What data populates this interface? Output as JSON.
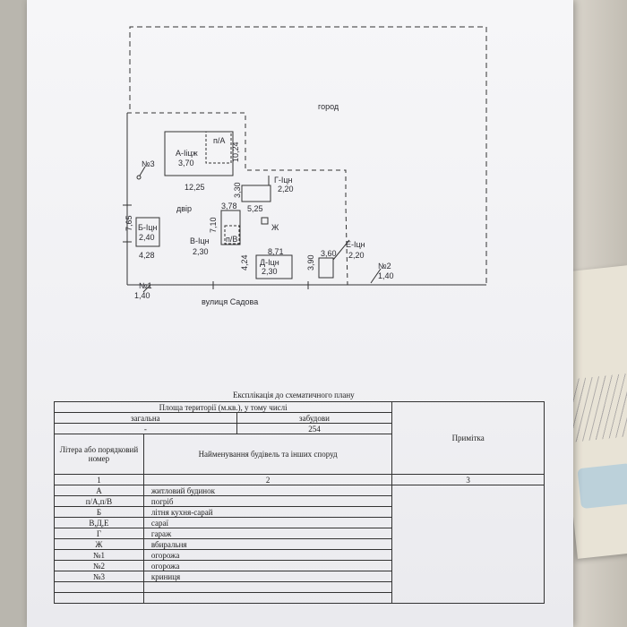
{
  "plan": {
    "garden": "город",
    "yard": "двір",
    "street": "вулиця Садова",
    "buildings": {
      "A": {
        "label": "А-Ііцж",
        "value": "3,70"
      },
      "pA": {
        "label": "п/А"
      },
      "G": {
        "label": "Г-Іцн",
        "value": "2,20"
      },
      "B": {
        "label": "Б-Іцн",
        "value": "2,40"
      },
      "V": {
        "label": "В-Іцн",
        "value": "2,30"
      },
      "pV": {
        "label": "п/В"
      },
      "D": {
        "label": "Д-Іцн",
        "value": "2,30"
      },
      "E": {
        "label": "Е-Іцн",
        "value": "2,20"
      },
      "Zh": {
        "label": "Ж"
      }
    },
    "markers": {
      "n1": "№1",
      "n1_val": "1,40",
      "n2": "№2",
      "n2_val": "1,40",
      "n3": "№3"
    },
    "dimensions": {
      "a_w": "12,25",
      "a_h": "10,24",
      "g_h": "3,30",
      "g_w": "5,25",
      "b_h": "7,65",
      "b_w": "4,28",
      "v_w": "3,78",
      "v_h": "7,10",
      "d_w": "8,71",
      "d_h": "4,24",
      "e_w": "3,60",
      "e_h": "3,90"
    }
  },
  "table": {
    "title": "Експлікація до схематичного плану",
    "area_header": "Площа території (м.кв.), у тому числі",
    "col_total": "загальна",
    "col_built": "забудови",
    "total_value": "-",
    "built_value": "254",
    "notes_header": "Примітка",
    "letter_header": "Літера або порядковий номер",
    "name_header": "Найменування будівель та інших споруд",
    "col_nums": [
      "1",
      "2",
      "3"
    ],
    "rows": [
      {
        "letter": "А",
        "name": "житловий будинок"
      },
      {
        "letter": "п/А,п/В",
        "name": "погріб"
      },
      {
        "letter": "Б",
        "name": "літня кухня-сарай"
      },
      {
        "letter": "В,Д,Е",
        "name": "сараї"
      },
      {
        "letter": "Г",
        "name": "гараж"
      },
      {
        "letter": "Ж",
        "name": "вбиральня"
      },
      {
        "letter": "№1",
        "name": "огорожа"
      },
      {
        "letter": "№2",
        "name": "огорожа"
      },
      {
        "letter": "№3",
        "name": "криниця"
      },
      {
        "letter": "",
        "name": ""
      },
      {
        "letter": "",
        "name": ""
      }
    ]
  }
}
